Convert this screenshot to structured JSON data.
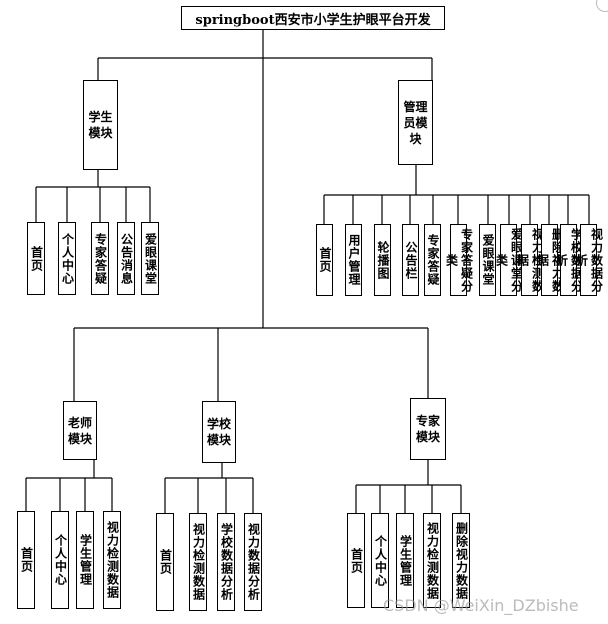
{
  "root": "springboot西安市小学生护眼平台开发",
  "modules": {
    "student": {
      "label": "学生模块",
      "items": [
        "首页",
        "个人中心",
        "专家答疑",
        "公告消息",
        "爱眼课堂"
      ]
    },
    "admin": {
      "label": "管理员模块",
      "items": [
        "首页",
        "用户管理",
        "轮播图",
        "公告栏",
        "专家答疑",
        "专家答疑分类",
        "爱眼课堂",
        "爱眼课堂分类",
        "视力检测数据",
        "删除视力数据",
        "学校数据分析",
        "视力数据分析"
      ]
    },
    "teacher": {
      "label": "老师模块",
      "items": [
        "首页",
        "个人中心",
        "学生管理",
        "视力检测数据"
      ]
    },
    "school": {
      "label": "学校模块",
      "items": [
        "首页",
        "视力检测数据",
        "学校数据分析",
        "视力数据分析"
      ]
    },
    "expert": {
      "label": "专家模块",
      "items": [
        "首页",
        "个人中心",
        "学生管理",
        "视力检测数据",
        "删除视力数据"
      ]
    }
  },
  "watermark": "CSDN @WeiXin_DZbishe"
}
